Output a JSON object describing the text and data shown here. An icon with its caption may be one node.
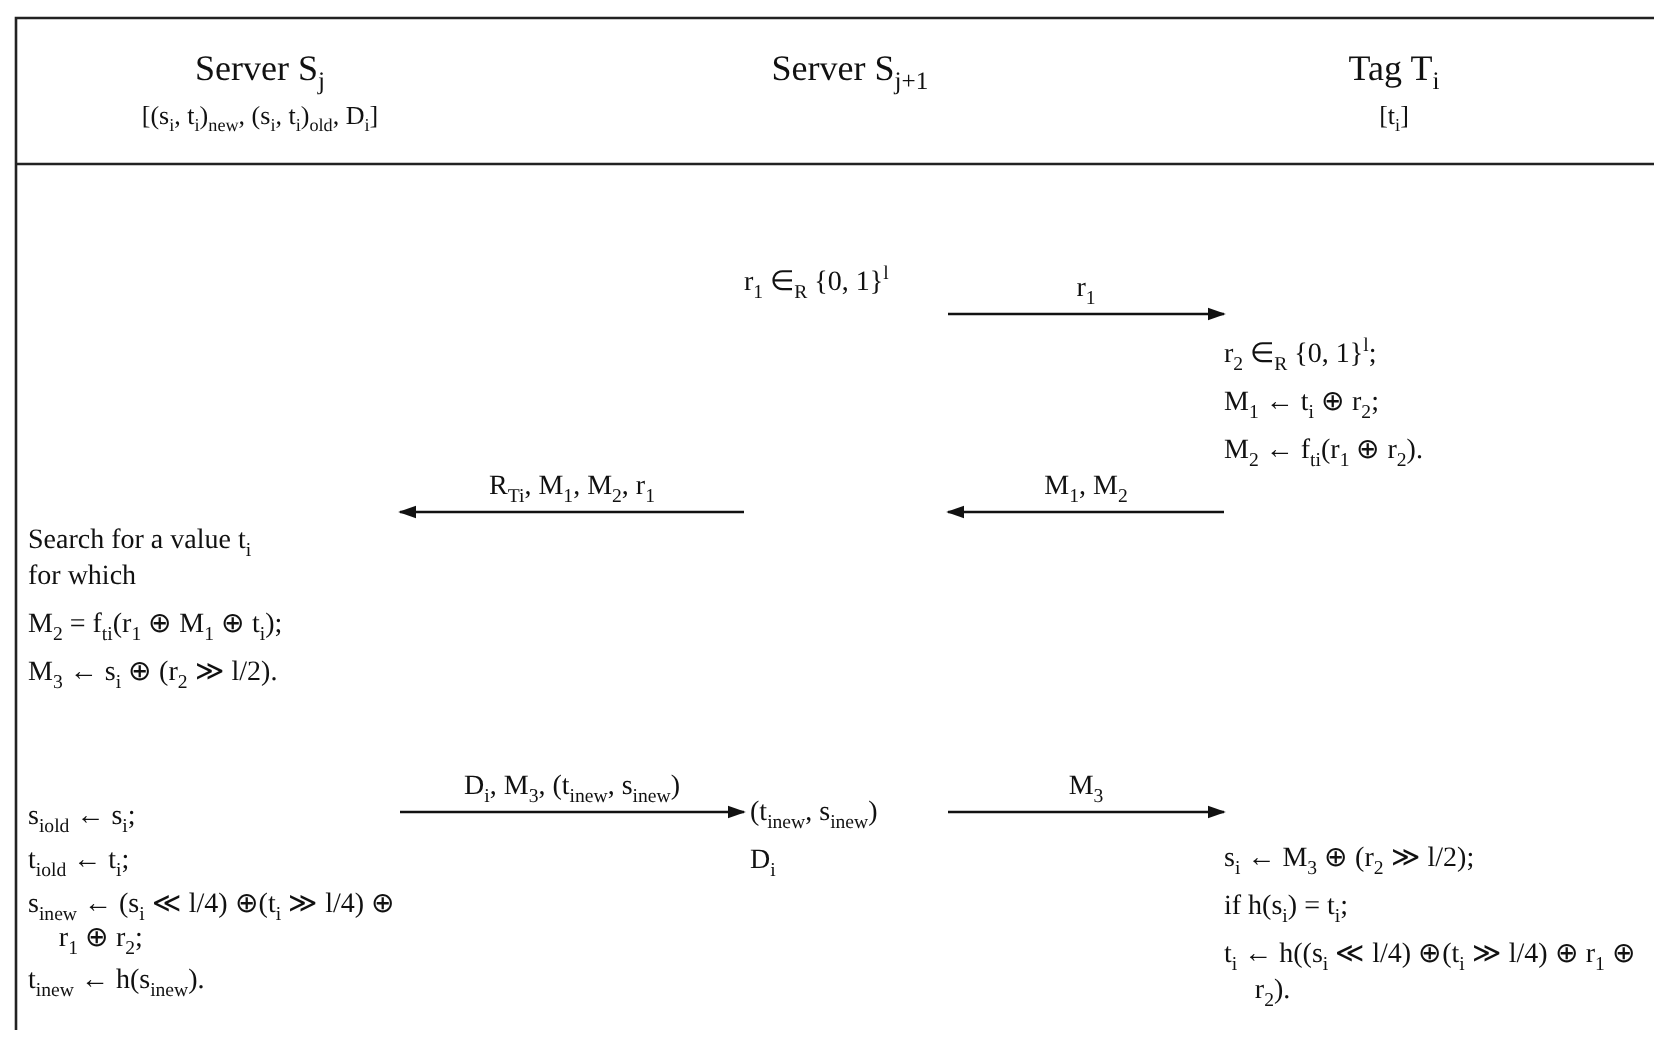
{
  "diagram": {
    "nodes": [
      {
        "text": [
          "r$_{1}$ ∈$_{R}$ {0, 1}$^{l}$"
        ]
      },
      {
        "text": [
          "r$_{2}$ ∈$_{R}$ {0, 1}$^{l}$;",
          "M$_{1}$ ← t$_{i}$ ⊕ r$_{2}$;",
          "M$_{2}$ ← f$_{ti}$(r$_{1}$ ⊕ r$_{2}$)."
        ]
      },
      {
        "text": [
          "Search for a value t$_{i}$ for which",
          "M$_{2}$ = f$_{ti}$(r$_{1}$ ⊕ M$_{1}$ ⊕ t$_{i}$);",
          "M$_{3}$ ← s$_{i}$ ⊕ (r$_{2}$ ≫ l/2).",
          "s$_{iold}$ ← s$_{i}$;",
          "t$_{iold}$ ← t$_{i}$;",
          "s$_{inew}$ ← (s$_{i}$ ≪ l/4) ⊕(t$_{i}$ ≫ l/4) ⊕ r$_{1}$ ⊕ r$_{2}$;",
          "t$_{inew}$ ← h(s$_{inew}$)."
        ]
      },
      {
        "text": [
          "(t$_{inew}$, s$_{inew}$)",
          "D$_{i}$"
        ]
      },
      {
        "text": [
          "s$_{i}$ ← M$_{3}$ ⊕ (r$_{2}$ ≫ l/2);",
          "if h(s$_{i}$) = t$_{i}$;",
          "t$_{i}$ ← h((s$_{i}$ ≪ l/4) ⊕(t$_{i}$ ≫ l/4) ⊕ r$_{1}$ ⊕ r$_{2}$)."
        ]
      }
    ],
    "edges": [
      {
        "from": 0,
        "to": 1,
        "arrow": "to",
        "label": "r$_{1}$"
      },
      {
        "from": 1,
        "to": null,
        "arrow": "to",
        "label": "M$_{1}$, M$_{2}$"
      },
      {
        "from": null,
        "to": 2,
        "arrow": "to",
        "label": "R$_{Ti}$, M$_{1}$, M$_{2}$, r$_{1}$"
      },
      {
        "from": 2,
        "to": 3,
        "arrow": "to",
        "label": "D$_{i}$, M$_{3}$, (t$_{inew}$, s$_{inew}$)"
      },
      {
        "from": 3,
        "to": 4,
        "arrow": "to",
        "label": "M$_{3}$"
      }
    ],
    "labels": [
      "Server S$_{j}$",
      "[(s$_{i}$, t$_{i}$)$_{new}$, (s$_{i}$, t$_{i}$)$_{old}$, D$_{i}$]",
      "Server S$_{j+1}$",
      "Tag T$_{i}$",
      "[t$_{i}$]"
    ]
  }
}
